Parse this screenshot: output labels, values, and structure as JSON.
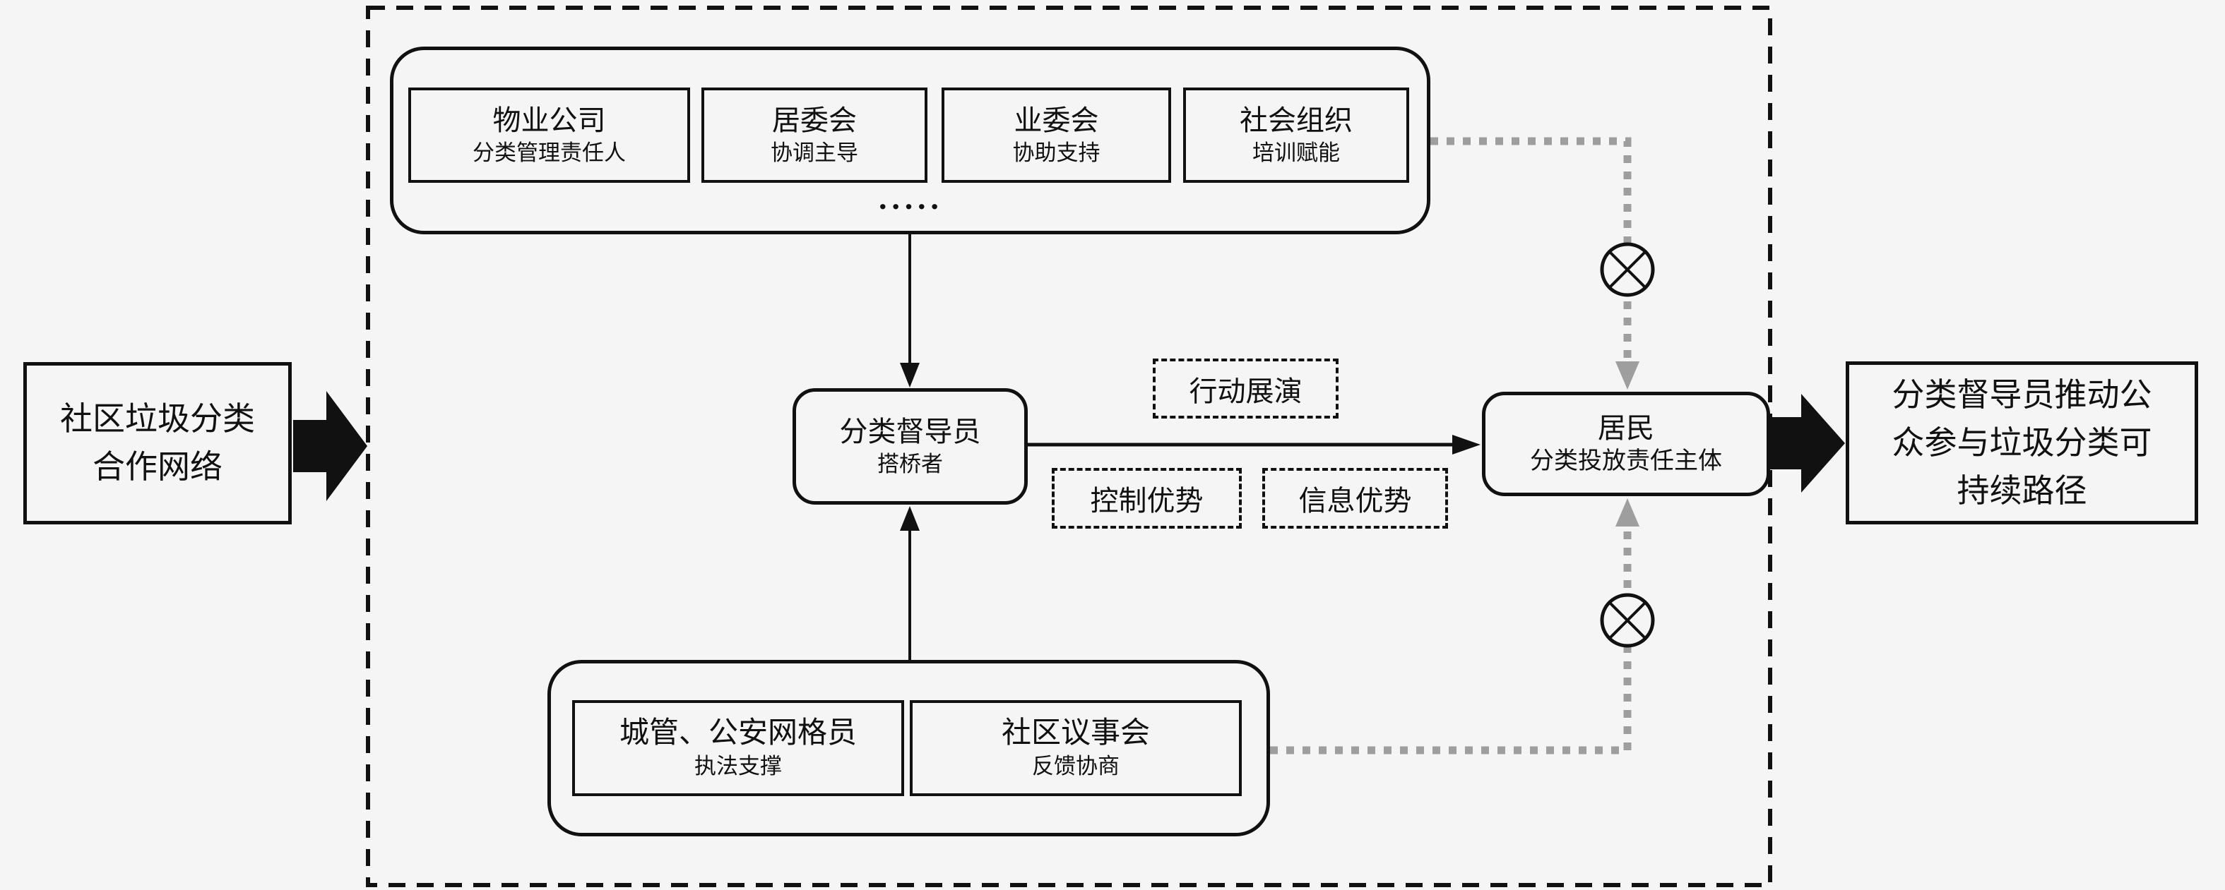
{
  "canvas": {
    "background": "#f5f5f5",
    "ink": "#111111",
    "muted_connector": "#9e9e9e"
  },
  "input_box": {
    "lines": [
      "社区垃圾分类",
      "合作网络"
    ]
  },
  "output_box": {
    "lines": [
      "分类督导员推动公",
      "众参与垃圾分类可",
      "持续路径"
    ]
  },
  "top_group": {
    "members": [
      {
        "title": "物业公司",
        "role": "分类管理责任人"
      },
      {
        "title": "居委会",
        "role": "协调主导"
      },
      {
        "title": "业委会",
        "role": "协助支持"
      },
      {
        "title": "社会组织",
        "role": "培训赋能"
      }
    ],
    "ellipsis": "·····"
  },
  "supervisor_box": {
    "title": "分类督导员",
    "role": "搭桥者"
  },
  "residents_box": {
    "title": "居民",
    "role": "分类投放责任主体"
  },
  "relation_labels": {
    "action_display": "行动展演",
    "control_advantage": "控制优势",
    "information_advantage": "信息优势"
  },
  "bottom_group": {
    "members": [
      {
        "title": "城管、公安网格员",
        "role": "执法支撑"
      },
      {
        "title": "社区议事会",
        "role": "反馈协商"
      }
    ]
  },
  "icons": {
    "blocked_crossed_circle": "⊗"
  }
}
